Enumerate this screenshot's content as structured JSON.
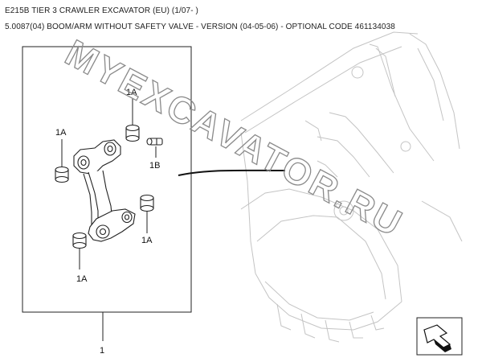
{
  "header": {
    "title": "E215B TIER 3 CRAWLER EXCAVATOR (EU) (1/07- )",
    "subtitle": "5.0087(04) BOOM/ARM WITHOUT SAFETY VALVE - VERSION (04-05-06) - OPTIONAL CODE 461134038"
  },
  "watermark": {
    "text": "MYEXCAVATOR.RU"
  },
  "labels": {
    "main": "1",
    "bushing_top": "1A",
    "bushing_left": "1A",
    "bushing_right": "1A",
    "bushing_bottom": "1A",
    "pin": "1B"
  },
  "icons": {
    "nav": "page-turn-arrow-icon"
  }
}
